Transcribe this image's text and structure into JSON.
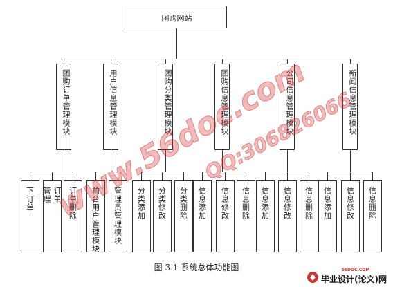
{
  "root": {
    "label": "团购网站"
  },
  "modules": [
    {
      "label": "团购订单管理模块",
      "leaves": [
        {
          "lines": [
            "下订单"
          ]
        },
        {
          "lines": [
            "订单",
            "管理"
          ]
        },
        {
          "lines": [
            "订单删除"
          ]
        }
      ]
    },
    {
      "label": "用户信息管理模块",
      "leaves": [
        {
          "lines": [
            "前台用户管理模块"
          ]
        },
        {
          "lines": [
            "管理员管理模块"
          ]
        }
      ]
    },
    {
      "label": "团购分类管理模块",
      "leaves": [
        {
          "lines": [
            "分类添加"
          ]
        },
        {
          "lines": [
            "分类修改"
          ]
        },
        {
          "lines": [
            "分类删除"
          ]
        }
      ]
    },
    {
      "label": "团购信息管理模块",
      "leaves": [
        {
          "lines": [
            "信息添加"
          ]
        },
        {
          "lines": [
            "信息修改"
          ]
        },
        {
          "lines": [
            "信息删除"
          ]
        }
      ]
    },
    {
      "label": "公司信息管理模块",
      "leaves": [
        {
          "lines": [
            "信息添加"
          ]
        },
        {
          "lines": [
            "信息修改"
          ]
        },
        {
          "lines": [
            "信息删除"
          ]
        }
      ]
    },
    {
      "label": "新闻信息管理模块",
      "leaves": [
        {
          "lines": [
            "信息添加"
          ]
        },
        {
          "lines": [
            "信息修改"
          ]
        },
        {
          "lines": [
            "信息删除"
          ]
        }
      ]
    }
  ],
  "caption": "图 3.1  系统总体功能图",
  "watermarks": {
    "url": "www.56doc.com",
    "qq": "QQ:306826066"
  },
  "logo": {
    "site": "56DOC.COM",
    "text": "毕业设计(论文)网"
  },
  "colors": {
    "line": "#333333",
    "watermark": "#d83c3c",
    "logo": "#1a1a1a"
  }
}
